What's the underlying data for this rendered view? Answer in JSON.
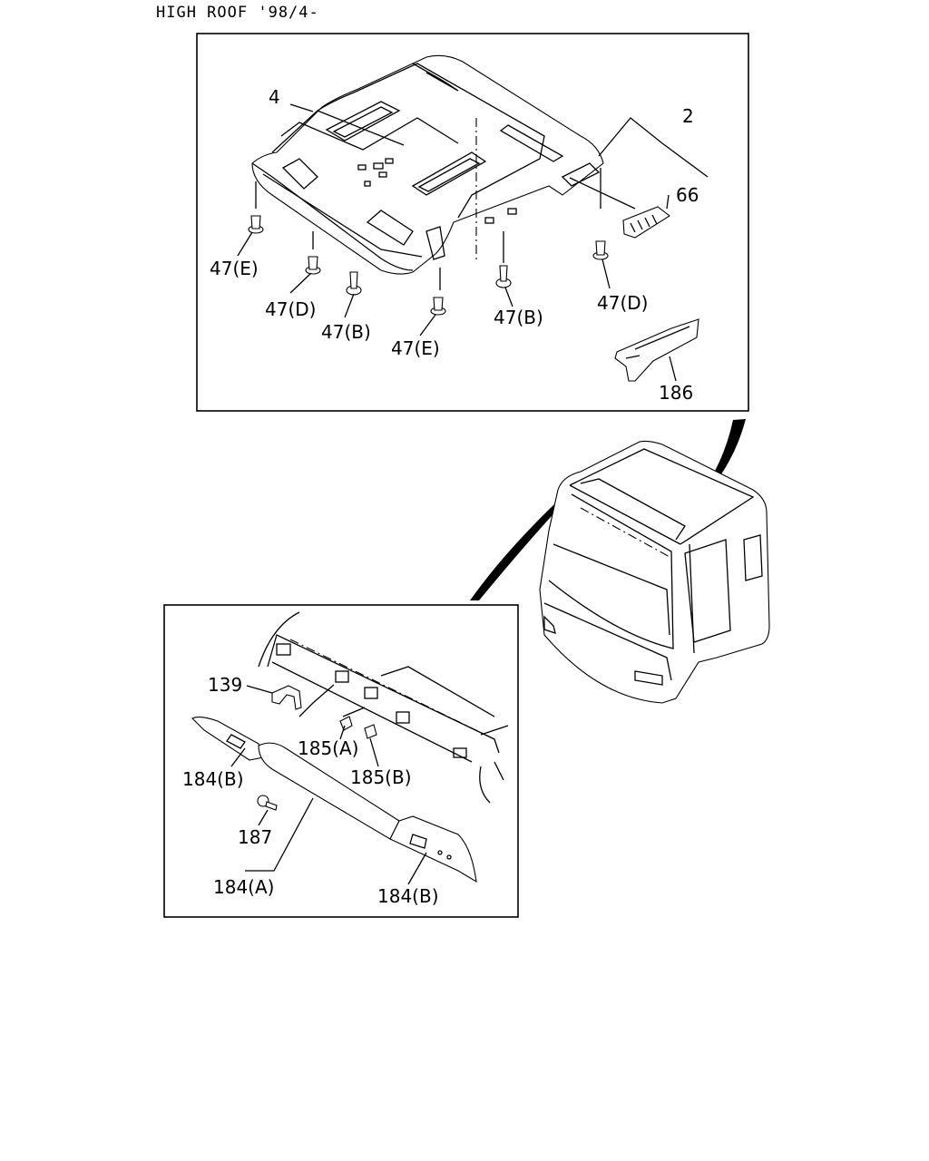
{
  "title": "HIGH ROOF '98/4-",
  "callouts": {
    "c4": "4",
    "c2": "2",
    "c66": "66",
    "c47e_left": "47(E)",
    "c47d_left": "47(D)",
    "c47b_left": "47(B)",
    "c47e_mid": "47(E)",
    "c47b_right": "47(B)",
    "c47d_right": "47(D)",
    "c186": "186",
    "c139": "139",
    "c185a": "185(A)",
    "c185b": "185(B)",
    "c184b_left": "184(B)",
    "c187": "187",
    "c184a": "184(A)",
    "c184b_right": "184(B)"
  }
}
